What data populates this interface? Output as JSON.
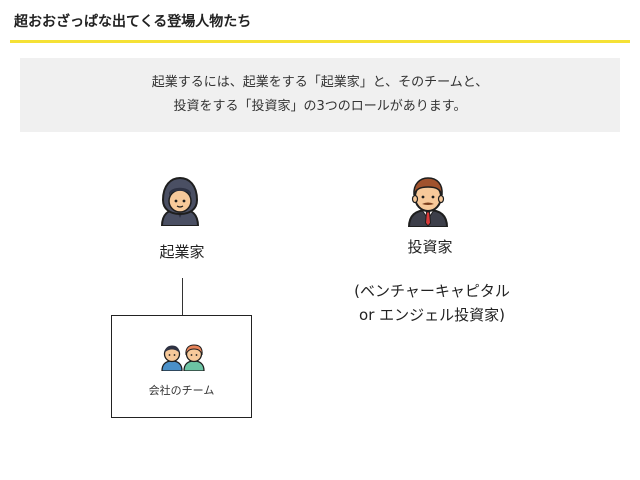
{
  "header": {
    "title": "超おおざっぱな出てくる登場人物たち"
  },
  "intro": {
    "line1": "起業するには、起業をする「起業家」と、そのチームと、",
    "line2": "投資をする「投資家」の3つのロールがあります。"
  },
  "roles": {
    "entrepreneur": {
      "label": "起業家",
      "icon": "hooded-person-icon"
    },
    "investor": {
      "label": "投資家",
      "icon": "businessman-icon",
      "note_line1": "(ベンチャーキャピタル",
      "note_line2": "or エンジェル投資家)"
    },
    "team": {
      "label": "会社のチーム",
      "icon": "team-members-icon"
    }
  },
  "colors": {
    "accent": "#f5e135",
    "intro_bg": "#f0f0f0",
    "investor_hair": "#a0522d",
    "tie": "#d93a3a",
    "hood": "#4a4f63"
  }
}
